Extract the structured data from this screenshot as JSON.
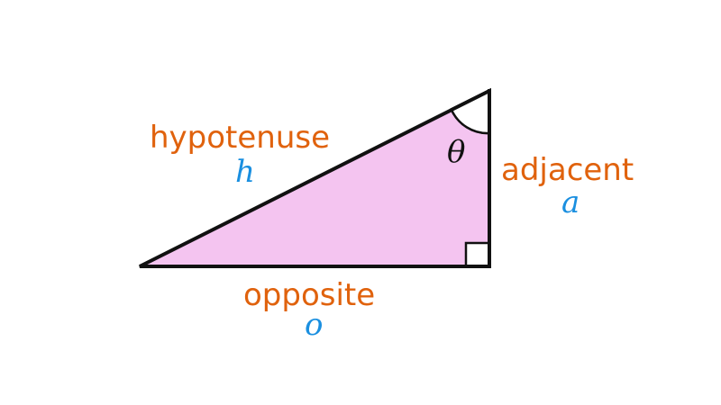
{
  "diagram": {
    "type": "right-triangle",
    "fill_color": "#f4c4f0",
    "stroke_color": "#111111",
    "label_color": "#e0620d",
    "variable_color": "#1a8fe0",
    "angle_symbol": "θ",
    "sides": {
      "hypotenuse": {
        "label": "hypotenuse",
        "variable": "h"
      },
      "adjacent": {
        "label": "adjacent",
        "variable": "a"
      },
      "opposite": {
        "label": "opposite",
        "variable": "o"
      }
    }
  }
}
